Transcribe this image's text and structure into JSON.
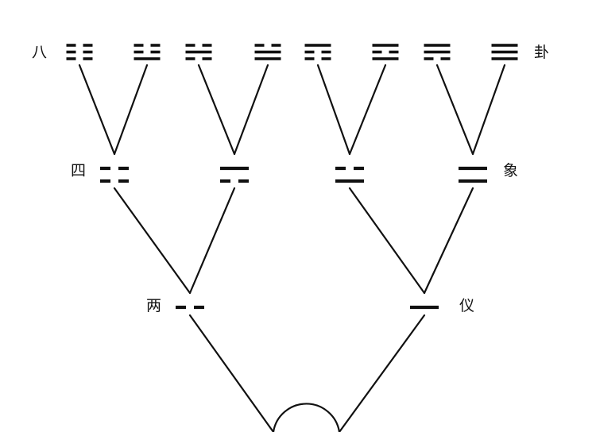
{
  "labels": {
    "bagua_left": "八",
    "bagua_right": "卦",
    "sixiang_left": "四",
    "sixiang_right": "象",
    "liangyi_left": "两",
    "liangyi_right": "仪"
  },
  "liangyi": [
    {
      "lines": [
        "yin"
      ]
    },
    {
      "lines": [
        "yang"
      ]
    }
  ],
  "sixiang": [
    {
      "lines": [
        "yin",
        "yin"
      ]
    },
    {
      "lines": [
        "yin",
        "yang"
      ]
    },
    {
      "lines": [
        "yang",
        "yin"
      ]
    },
    {
      "lines": [
        "yang",
        "yang"
      ]
    }
  ],
  "bagua": [
    {
      "lines": [
        "yin",
        "yin",
        "yin"
      ]
    },
    {
      "lines": [
        "yang",
        "yin",
        "yin"
      ]
    },
    {
      "lines": [
        "yin",
        "yang",
        "yin"
      ]
    },
    {
      "lines": [
        "yang",
        "yang",
        "yin"
      ]
    },
    {
      "lines": [
        "yin",
        "yin",
        "yang"
      ]
    },
    {
      "lines": [
        "yang",
        "yin",
        "yang"
      ]
    },
    {
      "lines": [
        "yin",
        "yang",
        "yang"
      ]
    },
    {
      "lines": [
        "yang",
        "yang",
        "yang"
      ]
    }
  ],
  "colors": {
    "ink": "#111111",
    "background": "#ffffff"
  }
}
